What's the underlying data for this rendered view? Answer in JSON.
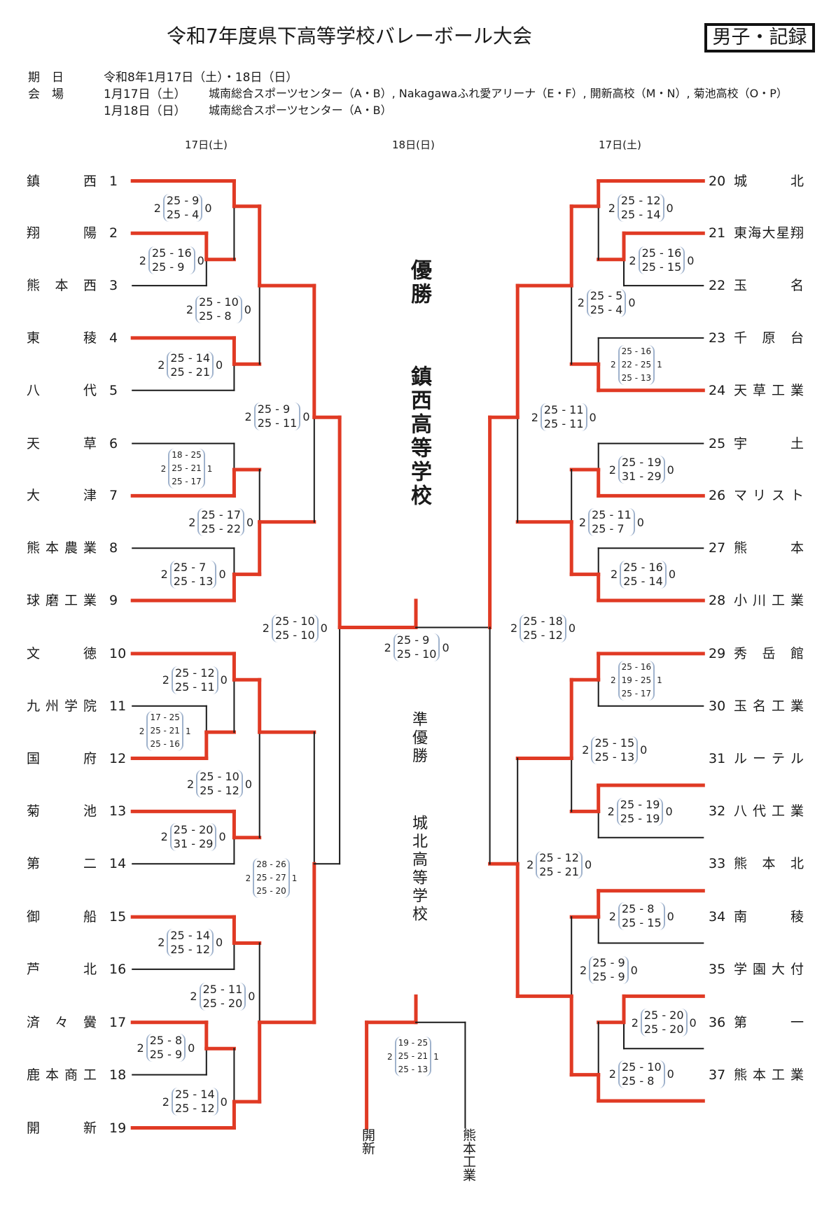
{
  "header": {
    "title": "令和7年度県下高等学校バレーボール大会",
    "badge": "男子・記録"
  },
  "info": {
    "date_label": "期　日",
    "date_value": "令和8年1月17日（土）・18日（日）",
    "venue_label": "会　場",
    "venue_day1": "1月17日（土）",
    "venue_day1_value": "城南総合スポーツセンター（A・B）, Nakagawaふれ愛アリーナ（E・F）, 開新高校（M・N）, 菊池高校（O・P）",
    "venue_day2": "1月18日（日）",
    "venue_day2_value": "城南総合スポーツセンター（A・B）"
  },
  "day_labels": {
    "left": "17日(土)",
    "center": "18日(日)",
    "right": "17日(土)"
  },
  "teams": [
    {
      "no": "1",
      "name": "鎮西"
    },
    {
      "no": "2",
      "name": "翔陽"
    },
    {
      "no": "3",
      "name": "熊本西"
    },
    {
      "no": "4",
      "name": "東稜"
    },
    {
      "no": "5",
      "name": "八代"
    },
    {
      "no": "6",
      "name": "天草"
    },
    {
      "no": "7",
      "name": "大津"
    },
    {
      "no": "8",
      "name": "熊本農業"
    },
    {
      "no": "9",
      "name": "球磨工業"
    },
    {
      "no": "10",
      "name": "文徳"
    },
    {
      "no": "11",
      "name": "九州学院"
    },
    {
      "no": "12",
      "name": "国府"
    },
    {
      "no": "13",
      "name": "菊池"
    },
    {
      "no": "14",
      "name": "第二"
    },
    {
      "no": "15",
      "name": "御船"
    },
    {
      "no": "16",
      "name": "芦北"
    },
    {
      "no": "17",
      "name": "済々黌"
    },
    {
      "no": "18",
      "name": "鹿本商工"
    },
    {
      "no": "19",
      "name": "開新"
    },
    {
      "no": "20",
      "name": "城北"
    },
    {
      "no": "21",
      "name": "東海大星翔"
    },
    {
      "no": "22",
      "name": "玉名"
    },
    {
      "no": "23",
      "name": "千原台"
    },
    {
      "no": "24",
      "name": "天草工業"
    },
    {
      "no": "25",
      "name": "宇土"
    },
    {
      "no": "26",
      "name": "マリスト"
    },
    {
      "no": "27",
      "name": "熊本"
    },
    {
      "no": "28",
      "name": "小川工業"
    },
    {
      "no": "29",
      "name": "秀岳館"
    },
    {
      "no": "30",
      "name": "玉名工業"
    },
    {
      "no": "31",
      "name": "ルーテル"
    },
    {
      "no": "32",
      "name": "八代工業"
    },
    {
      "no": "33",
      "name": "熊本北"
    },
    {
      "no": "34",
      "name": "南稜"
    },
    {
      "no": "35",
      "name": "学園大付"
    },
    {
      "no": "36",
      "name": "第一"
    },
    {
      "no": "37",
      "name": "熊本工業"
    }
  ],
  "matches": [
    {
      "id": "m2v3",
      "sets_won": "2",
      "sets": [
        "25 - 16",
        "25 - 9"
      ],
      "sets_lost": "0"
    },
    {
      "id": "m1v23",
      "sets_won": "2",
      "sets": [
        "25 - 9",
        "25 - 4"
      ],
      "sets_lost": "0"
    },
    {
      "id": "m4v5",
      "sets_won": "2",
      "sets": [
        "25 - 14",
        "25 - 21"
      ],
      "sets_lost": "0"
    },
    {
      "id": "mA_r2",
      "sets_won": "2",
      "sets": [
        "25 - 10",
        "25 - 8"
      ],
      "sets_lost": "0"
    },
    {
      "id": "m6v7",
      "sets_won": "2",
      "sets": [
        "18 - 25",
        "25 - 21",
        "25 - 17"
      ],
      "sets_lost": "1"
    },
    {
      "id": "m8v9",
      "sets_won": "2",
      "sets": [
        "25 - 7",
        "25 - 13"
      ],
      "sets_lost": "0"
    },
    {
      "id": "mB_r2",
      "sets_won": "2",
      "sets": [
        "25 - 17",
        "25 - 22"
      ],
      "sets_lost": "0"
    },
    {
      "id": "mL_qf1",
      "sets_won": "2",
      "sets": [
        "25 - 9",
        "25 - 11"
      ],
      "sets_lost": "0"
    },
    {
      "id": "mL_sf",
      "sets_won": "2",
      "sets": [
        "25 - 10",
        "25 - 10"
      ],
      "sets_lost": "0"
    },
    {
      "id": "m11v12",
      "sets_won": "2",
      "sets": [
        "17 - 25",
        "25 - 21",
        "25 - 16"
      ],
      "sets_lost": "1"
    },
    {
      "id": "m10v",
      "sets_won": "2",
      "sets": [
        "25 - 12",
        "25 - 11"
      ],
      "sets_lost": "0"
    },
    {
      "id": "mC_r2",
      "sets_won": "2",
      "sets": [
        "25 - 10",
        "25 - 12"
      ],
      "sets_lost": "0"
    },
    {
      "id": "m13v14",
      "sets_won": "2",
      "sets": [
        "25 - 20",
        "31 - 29"
      ],
      "sets_lost": "0"
    },
    {
      "id": "mL_qf2",
      "sets_won": "2",
      "sets": [
        "28 - 26",
        "25 - 27",
        "25 - 20"
      ],
      "sets_lost": "1"
    },
    {
      "id": "m15v16",
      "sets_won": "2",
      "sets": [
        "25 - 14",
        "25 - 12"
      ],
      "sets_lost": "0"
    },
    {
      "id": "mD_r2",
      "sets_won": "2",
      "sets": [
        "25 - 11",
        "25 - 20"
      ],
      "sets_lost": "0"
    },
    {
      "id": "m17v18",
      "sets_won": "2",
      "sets": [
        "25 - 8",
        "25 - 9"
      ],
      "sets_lost": "0"
    },
    {
      "id": "m1719v",
      "sets_won": "2",
      "sets": [
        "25 - 14",
        "25 - 12"
      ],
      "sets_lost": "0"
    },
    {
      "id": "m20v",
      "sets_won": "2",
      "sets": [
        "25 - 12",
        "25 - 14"
      ],
      "sets_lost": "0"
    },
    {
      "id": "m21v22",
      "sets_won": "2",
      "sets": [
        "25 - 16",
        "25 - 15"
      ],
      "sets_lost": "0"
    },
    {
      "id": "mE_r2",
      "sets_won": "2",
      "sets": [
        "25 - 5",
        "25 - 4"
      ],
      "sets_lost": "0"
    },
    {
      "id": "m23v24",
      "sets_won": "2",
      "sets": [
        "25 - 16",
        "22 - 25",
        "25 - 13"
      ],
      "sets_lost": "1"
    },
    {
      "id": "mR_qf1",
      "sets_won": "2",
      "sets": [
        "25 - 11",
        "25 - 11"
      ],
      "sets_lost": "0"
    },
    {
      "id": "m25v26",
      "sets_won": "2",
      "sets": [
        "25 - 19",
        "31 - 29"
      ],
      "sets_lost": "0"
    },
    {
      "id": "mF_r2",
      "sets_won": "2",
      "sets": [
        "25 - 11",
        "25 - 7"
      ],
      "sets_lost": "0"
    },
    {
      "id": "m27v28",
      "sets_won": "2",
      "sets": [
        "25 - 16",
        "25 - 14"
      ],
      "sets_lost": "0"
    },
    {
      "id": "mR_sf",
      "sets_won": "2",
      "sets": [
        "25 - 18",
        "25 - 12"
      ],
      "sets_lost": "0"
    },
    {
      "id": "m29v30",
      "sets_won": "2",
      "sets": [
        "25 - 16",
        "19 - 25",
        "25 - 17"
      ],
      "sets_lost": "1"
    },
    {
      "id": "mG_r2",
      "sets_won": "2",
      "sets": [
        "25 - 15",
        "25 - 13"
      ],
      "sets_lost": "0"
    },
    {
      "id": "m31v32",
      "sets_won": "2",
      "sets": [
        "25 - 19",
        "25 - 19"
      ],
      "sets_lost": "0"
    },
    {
      "id": "mR_qf2",
      "sets_won": "2",
      "sets": [
        "25 - 12",
        "25 - 21"
      ],
      "sets_lost": "0"
    },
    {
      "id": "m33v34",
      "sets_won": "2",
      "sets": [
        "25 - 8",
        "25 - 15"
      ],
      "sets_lost": "0"
    },
    {
      "id": "mH_r2",
      "sets_won": "2",
      "sets": [
        "25 - 9",
        "25 - 9"
      ],
      "sets_lost": "0"
    },
    {
      "id": "m35v36",
      "sets_won": "2",
      "sets": [
        "25 - 20",
        "25 - 20"
      ],
      "sets_lost": "0"
    },
    {
      "id": "m3536v37",
      "sets_won": "2",
      "sets": [
        "25 - 10",
        "25 - 8"
      ],
      "sets_lost": "0"
    },
    {
      "id": "final",
      "sets_won": "2",
      "sets": [
        "25 - 9",
        "25 - 10"
      ],
      "sets_lost": "0"
    },
    {
      "id": "third",
      "sets_won": "2",
      "sets": [
        "19 - 25",
        "25 - 21",
        "25 - 13"
      ],
      "sets_lost": "1"
    }
  ],
  "results": {
    "champion_label": "優勝",
    "champion": "鎮西高等学校",
    "runner_up_label": "準優勝",
    "runner_up": "城北高等学校",
    "third_place_left": "開新",
    "third_place_right": "熊本工業"
  },
  "colors": {
    "winner_line": "#e03a24",
    "loser_line": "#1a1a1a",
    "score_bracket": "#9fb2cc"
  }
}
